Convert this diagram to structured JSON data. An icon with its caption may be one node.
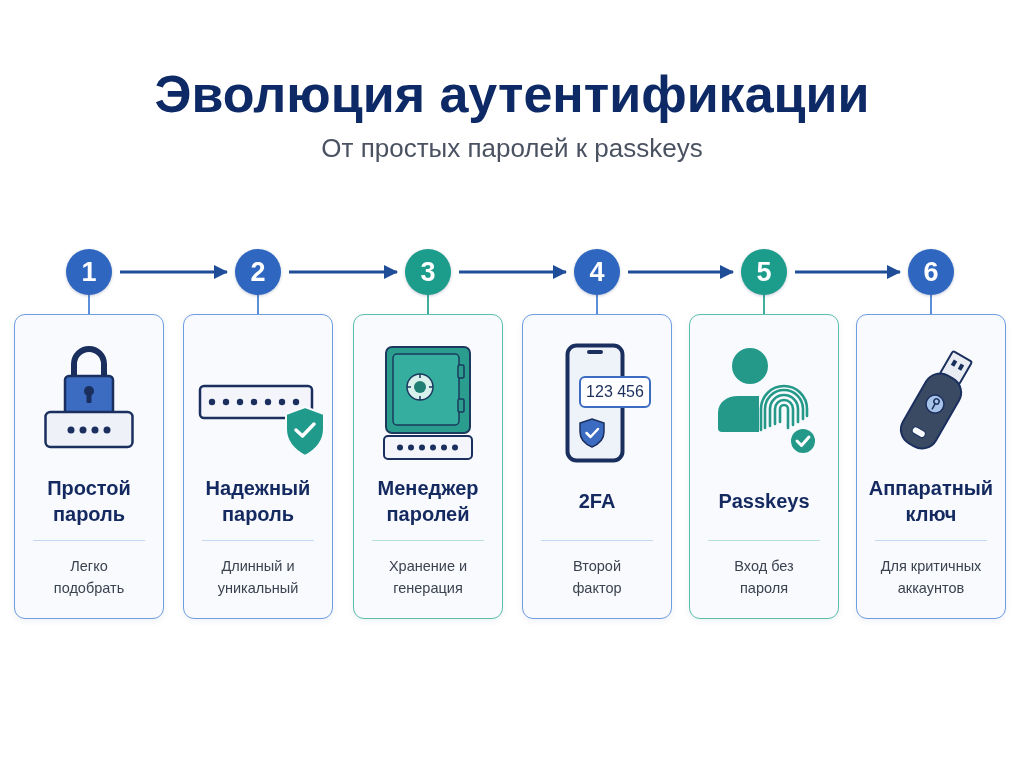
{
  "diagram": {
    "title": "Эволюция аутентификации",
    "nodes": [
      {
        "text": [
          "1"
        ]
      },
      {
        "text": [
          "2"
        ]
      },
      {
        "text": [
          "3"
        ]
      },
      {
        "text": [
          "4"
        ]
      },
      {
        "text": [
          "5"
        ]
      },
      {
        "text": [
          "6"
        ]
      },
      {
        "text": [
          "Простой пароль",
          "Легко подобрать"
        ]
      },
      {
        "text": [
          "Надежный пароль",
          "Длинный и уникальный"
        ]
      },
      {
        "text": [
          "Менеджер паролей",
          "Хранение и генерация"
        ]
      },
      {
        "text": [
          "2FA",
          "Второй фактор"
        ]
      },
      {
        "text": [
          "Passkeys",
          "Вход без пароля"
        ]
      },
      {
        "text": [
          "Аппаратный ключ",
          "Для критичных аккаунтов"
        ]
      }
    ],
    "edges": [
      {
        "from": 0,
        "to": 1,
        "arrow": "to"
      },
      {
        "from": 1,
        "to": 2,
        "arrow": "to"
      },
      {
        "from": 2,
        "to": 3,
        "arrow": "to"
      },
      {
        "from": 3,
        "to": 4,
        "arrow": "to"
      },
      {
        "from": 4,
        "to": 5,
        "arrow": "to"
      },
      {
        "from": 0,
        "to": 6,
        "arrow": "none",
        "color": "#5b8fd9"
      },
      {
        "from": 1,
        "to": 7,
        "arrow": "none",
        "color": "#5b8fd9"
      },
      {
        "from": 2,
        "to": 8,
        "arrow": "none",
        "color": "#3fae9d"
      },
      {
        "from": 3,
        "to": 9,
        "arrow": "none",
        "color": "#5b8fd9"
      },
      {
        "from": 4,
        "to": 10,
        "arrow": "none",
        "color": "#3fae9d"
      },
      {
        "from": 5,
        "to": 11,
        "arrow": "none",
        "color": "#5b8fd9"
      }
    ],
    "labels": [
      "От простых паролей к passkeys",
      "123 456"
    ]
  }
}
